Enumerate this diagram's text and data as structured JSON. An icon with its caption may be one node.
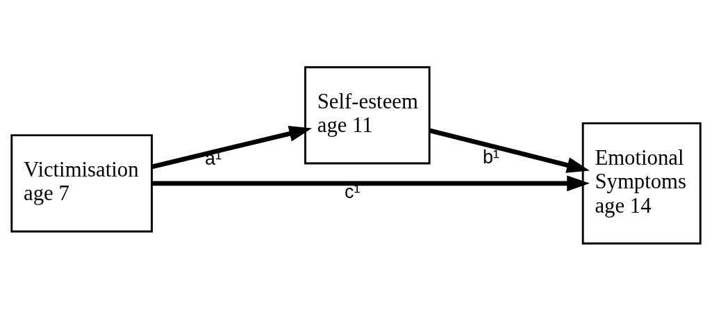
{
  "diagram": {
    "nodes": [
      {
        "text": [
          "Self-esteem age 11"
        ]
      },
      {
        "text": [
          "Victimisation age 7"
        ]
      },
      {
        "text": [
          "Emotional Symptoms age 14"
        ]
      }
    ],
    "edges": [
      {
        "from": 1,
        "to": 0,
        "arrow": "to",
        "label": "a¹"
      },
      {
        "from": 0,
        "to": 2,
        "arrow": "to",
        "label": "b¹"
      },
      {
        "from": 1,
        "to": 2,
        "arrow": "to",
        "label": "c¹"
      }
    ]
  }
}
